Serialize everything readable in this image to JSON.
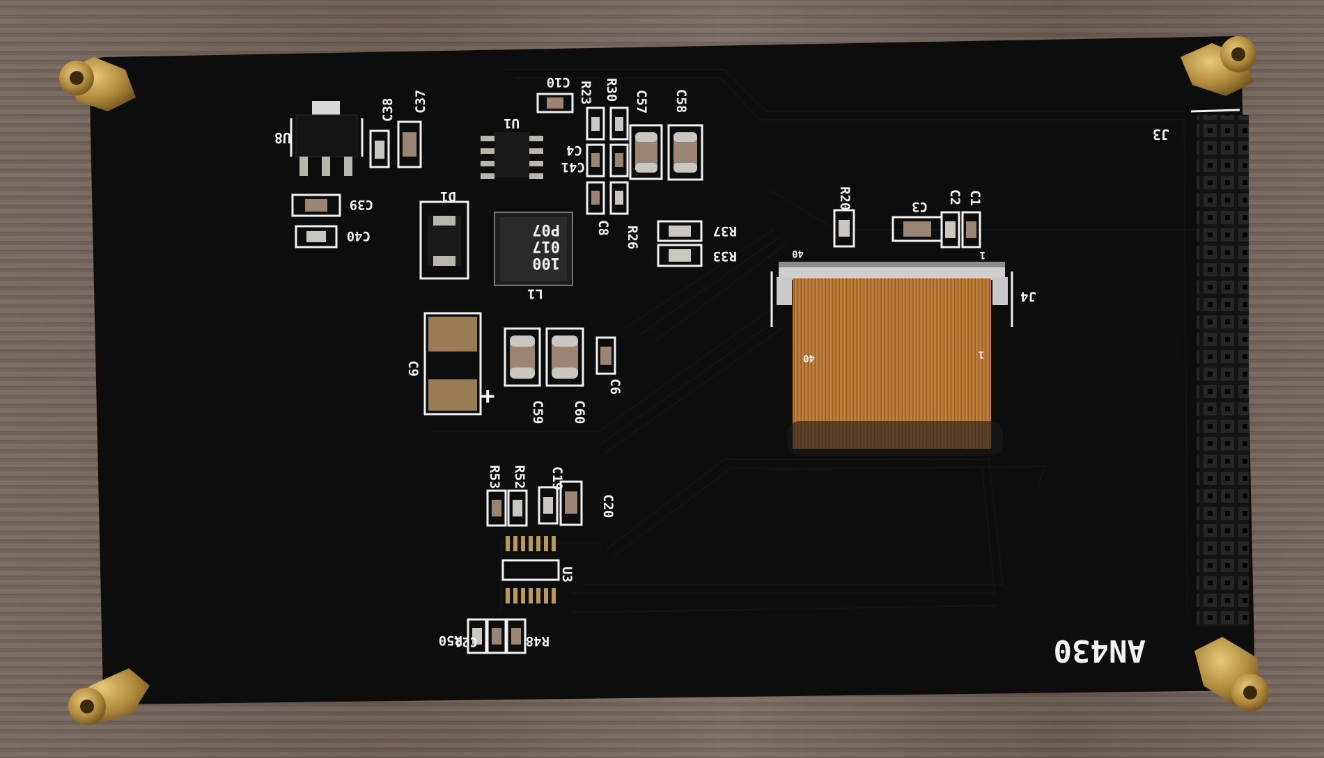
{
  "board": {
    "model": "AN430",
    "labels": {
      "u8": "U8",
      "c38": "C38",
      "c37": "C37",
      "c39": "C39",
      "c40": "C40",
      "u1": "U1",
      "c10": "C10",
      "c4": "C4",
      "c41": "C41",
      "d1": "D1",
      "l1": "L1",
      "l1_code_1": "100",
      "l1_code_2": "017",
      "l1_code_3": "P07",
      "r23": "R23",
      "r30": "R30",
      "c57": "C57",
      "c58": "C58",
      "c8": "C8",
      "r26": "R26",
      "r37": "R37",
      "r33": "R33",
      "r20": "R20",
      "c3": "C3",
      "c2": "C2",
      "c1": "C1",
      "j3": "J3",
      "j4": "J4",
      "pin40_top": "40",
      "pin1_top": "1",
      "pin40_ribbon": "40",
      "pin1_ribbon": "1",
      "c9": "C9",
      "plus": "+",
      "c59": "C59",
      "c60": "C60",
      "c6": "C6",
      "r53": "R53",
      "r52": "R52",
      "c19": "C19",
      "c20": "C20",
      "u3": "U3",
      "c21": "C21",
      "r50": "R50",
      "r48": "R48"
    }
  },
  "colors": {
    "pcb": "#0d0d0d",
    "silkscreen": "#f2f2f2",
    "ribbon": "#b8742e",
    "brass": "#b08a3c"
  }
}
